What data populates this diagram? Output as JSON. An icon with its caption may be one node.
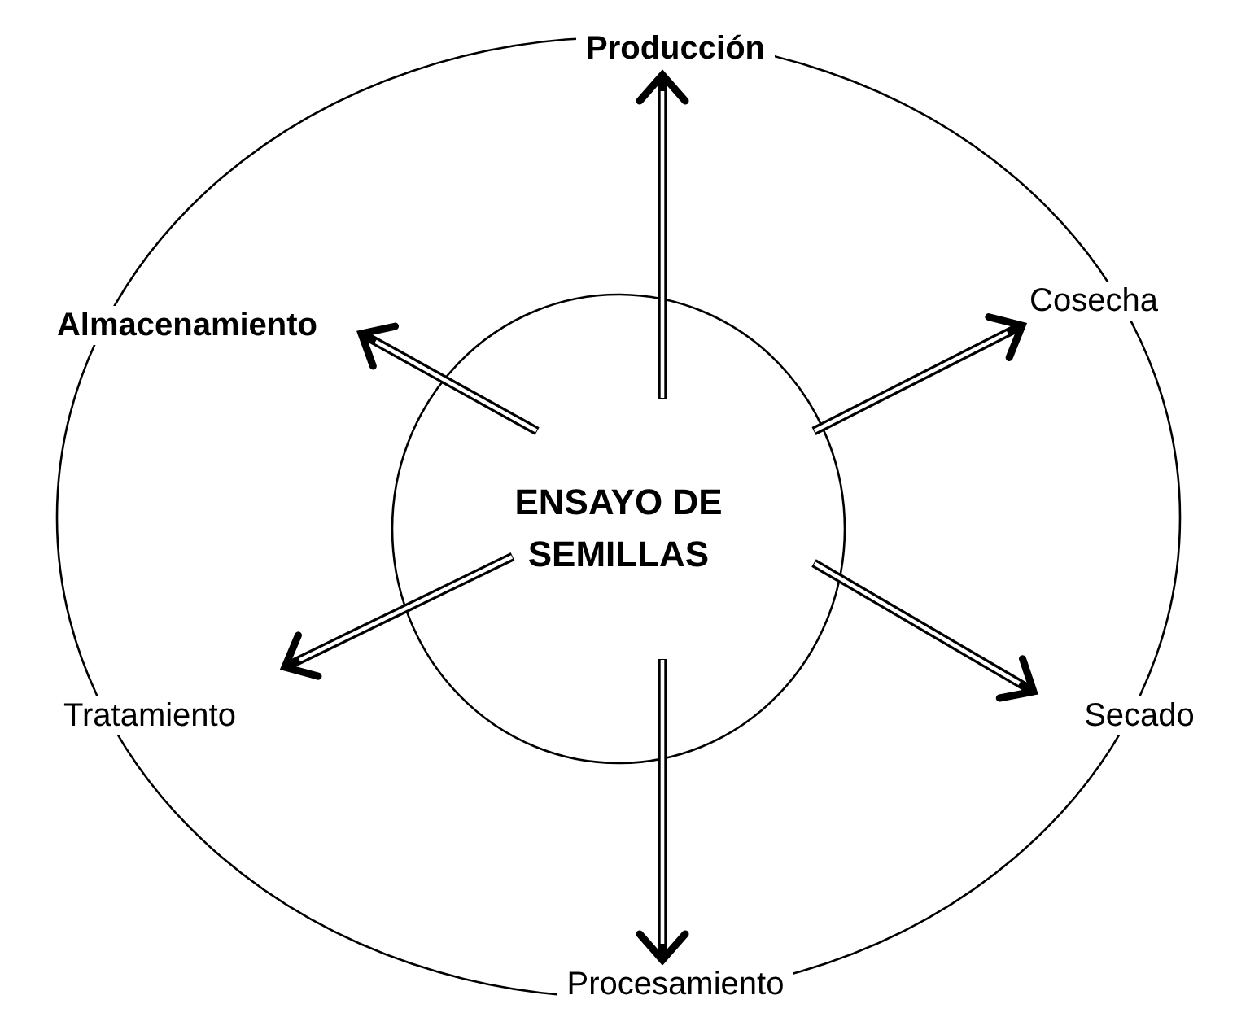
{
  "diagram": {
    "nodes": [
      {
        "text": [
          "ENSAYO DE SEMILLAS"
        ]
      },
      {
        "text": [
          "Producción"
        ]
      },
      {
        "text": [
          "Almacenamiento"
        ]
      },
      {
        "text": [
          "Cosecha"
        ]
      },
      {
        "text": [
          "Tratamiento"
        ]
      },
      {
        "text": [
          "Secado"
        ]
      },
      {
        "text": [
          "Procesamiento"
        ]
      }
    ],
    "edges": [
      {
        "from": 0,
        "to": 1,
        "arrow": "to"
      },
      {
        "from": 0,
        "to": 2,
        "arrow": "to"
      },
      {
        "from": 0,
        "to": 3,
        "arrow": "to"
      },
      {
        "from": 0,
        "to": 4,
        "arrow": "to"
      },
      {
        "from": 0,
        "to": 5,
        "arrow": "to"
      },
      {
        "from": 0,
        "to": 6,
        "arrow": "to"
      }
    ]
  }
}
